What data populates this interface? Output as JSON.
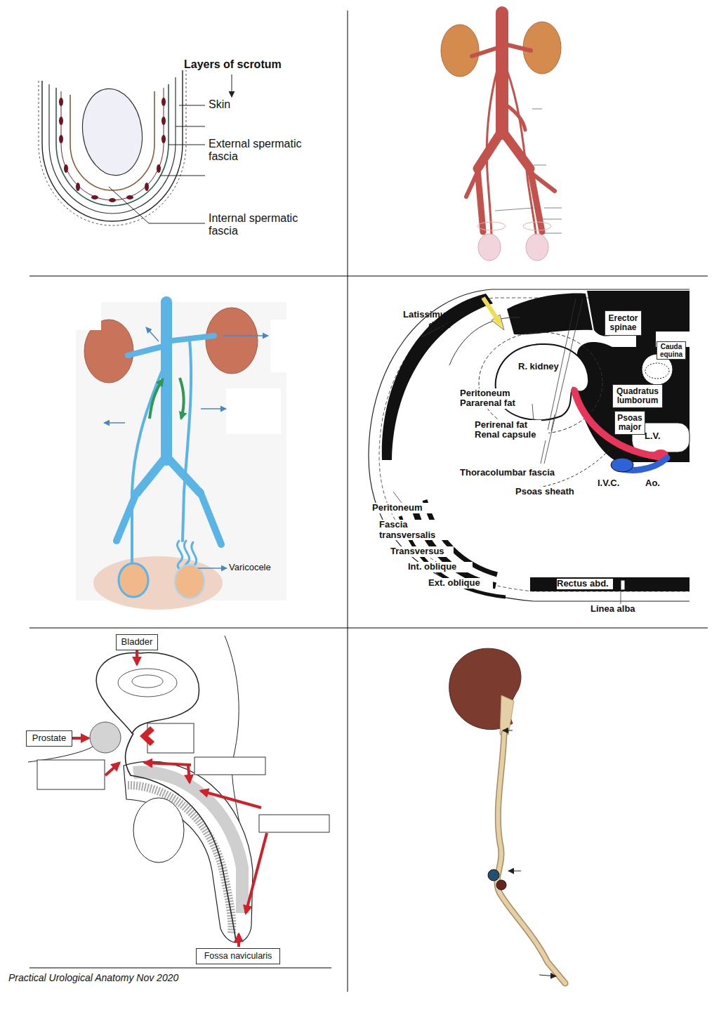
{
  "diagram": {
    "nodes": [
      {
        "text": [
          "Erector spinae"
        ]
      },
      {
        "text": [
          "Cauda equina"
        ]
      },
      {
        "text": [
          "Quadratus lumborum"
        ]
      },
      {
        "text": [
          "Psoas major"
        ]
      },
      {
        "text": [
          "Bladder"
        ]
      },
      {
        "text": [
          "Prostate"
        ]
      },
      {
        "text": [
          "Fossa navicularis"
        ]
      }
    ],
    "labels": [
      "Layers of scrotum",
      "Skin",
      "External spermatic fascia",
      "Internal spermatic fascia",
      "Varicocele",
      "Latissimus dorsi",
      "R. kidney",
      "Peritoneum",
      "Pararenal fat",
      "Perirenal fat",
      "Renal capsule",
      "L.V.",
      "Thoracolumbar fascia",
      "I.V.C.",
      "Ao.",
      "Psoas sheath",
      "Peritoneum",
      "Fascia transversalis",
      "Transversus",
      "Int. oblique",
      "Ext. oblique",
      "Rectus abd.",
      "Linea alba",
      "Practical Urological Anatomy Nov 2020"
    ]
  }
}
